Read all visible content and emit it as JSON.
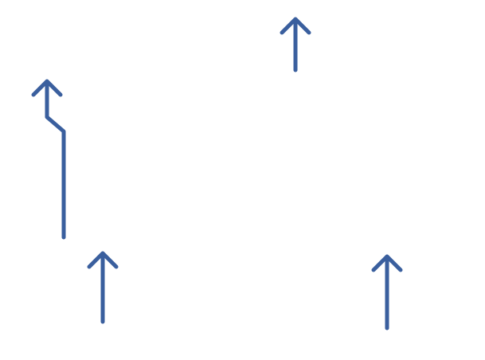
{
  "diagram": {
    "stroke_color": "#3A5F9E",
    "background": "#FFFFFF",
    "arrows": [
      {
        "name": "elbow-arrow-left",
        "icon": "elbow-up-arrow-icon"
      },
      {
        "name": "arrow-top-center",
        "icon": "up-arrow-icon"
      },
      {
        "name": "arrow-bottom-left",
        "icon": "up-arrow-icon"
      },
      {
        "name": "arrow-bottom-right",
        "icon": "up-arrow-icon"
      }
    ]
  }
}
